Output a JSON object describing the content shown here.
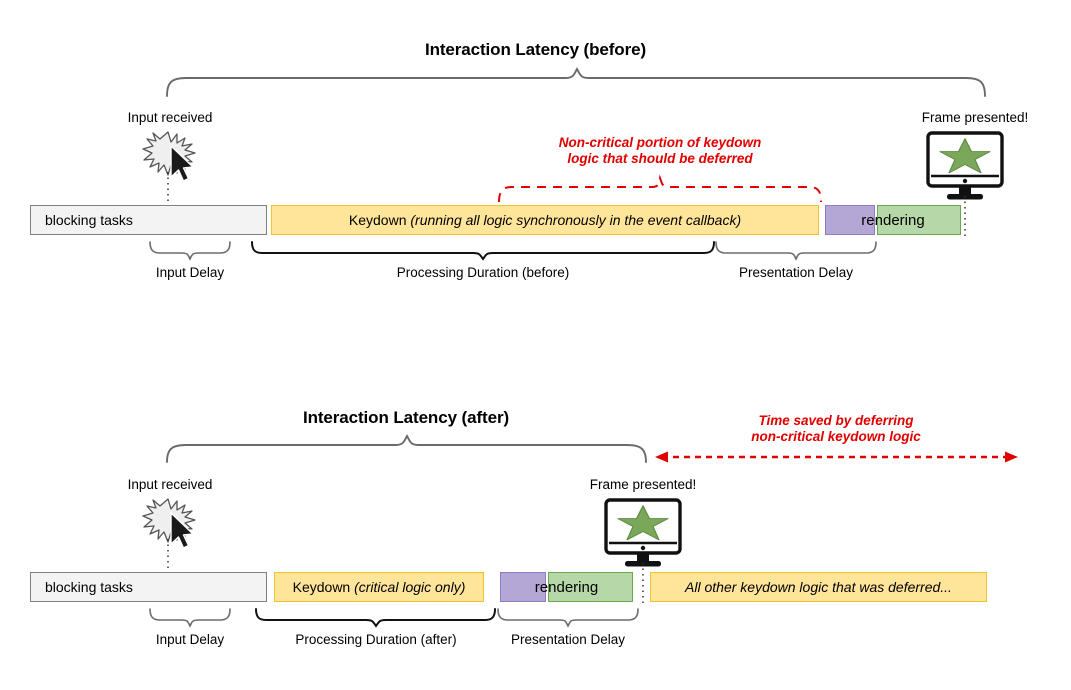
{
  "meta": {
    "colors": {
      "yellow_fill": "#ffe599",
      "yellow_border": "#f1c232",
      "purple_fill": "#b4a7d6",
      "purple_border": "#8e7cc3",
      "green_fill": "#b6d7a8",
      "green_border": "#6aa84f",
      "grey_fill": "#f3f3f3",
      "grey_border": "#808080",
      "annotation_red": "#e00000",
      "brace_grey": "#6b6b6b",
      "brace_black": "#000000"
    }
  },
  "before": {
    "title": "Interaction Latency (before)",
    "event_left_label": "Input received",
    "event_right_label": "Frame presented!",
    "annotation_line1": "Non-critical portion of keydown",
    "annotation_line2": "logic that should be deferred",
    "bars": {
      "blocking": "blocking tasks",
      "keydown_main": "Keydown ",
      "keydown_italic": "(running all logic synchronously in the event callback)",
      "rendering": "rendering"
    },
    "phases": {
      "input_delay": "Input Delay",
      "processing": "Processing Duration (before)",
      "presentation": "Presentation Delay"
    }
  },
  "after": {
    "title": "Interaction Latency (after)",
    "event_left_label": "Input received",
    "event_right_label": "Frame presented!",
    "annotation_line1": "Time saved by deferring",
    "annotation_line2": "non-critical keydown logic",
    "bars": {
      "blocking": "blocking tasks",
      "keydown_main": "Keydown ",
      "keydown_italic": "(critical logic only)",
      "rendering": "rendering",
      "deferred": "All other keydown logic that was deferred..."
    },
    "phases": {
      "input_delay": "Input Delay",
      "processing": "Processing Duration (after)",
      "presentation": "Presentation Delay"
    }
  },
  "icons": {
    "input_burst": "burst-spark-icon",
    "cursor": "mouse-cursor-icon",
    "monitor": "monitor-icon",
    "star": "star-icon"
  }
}
